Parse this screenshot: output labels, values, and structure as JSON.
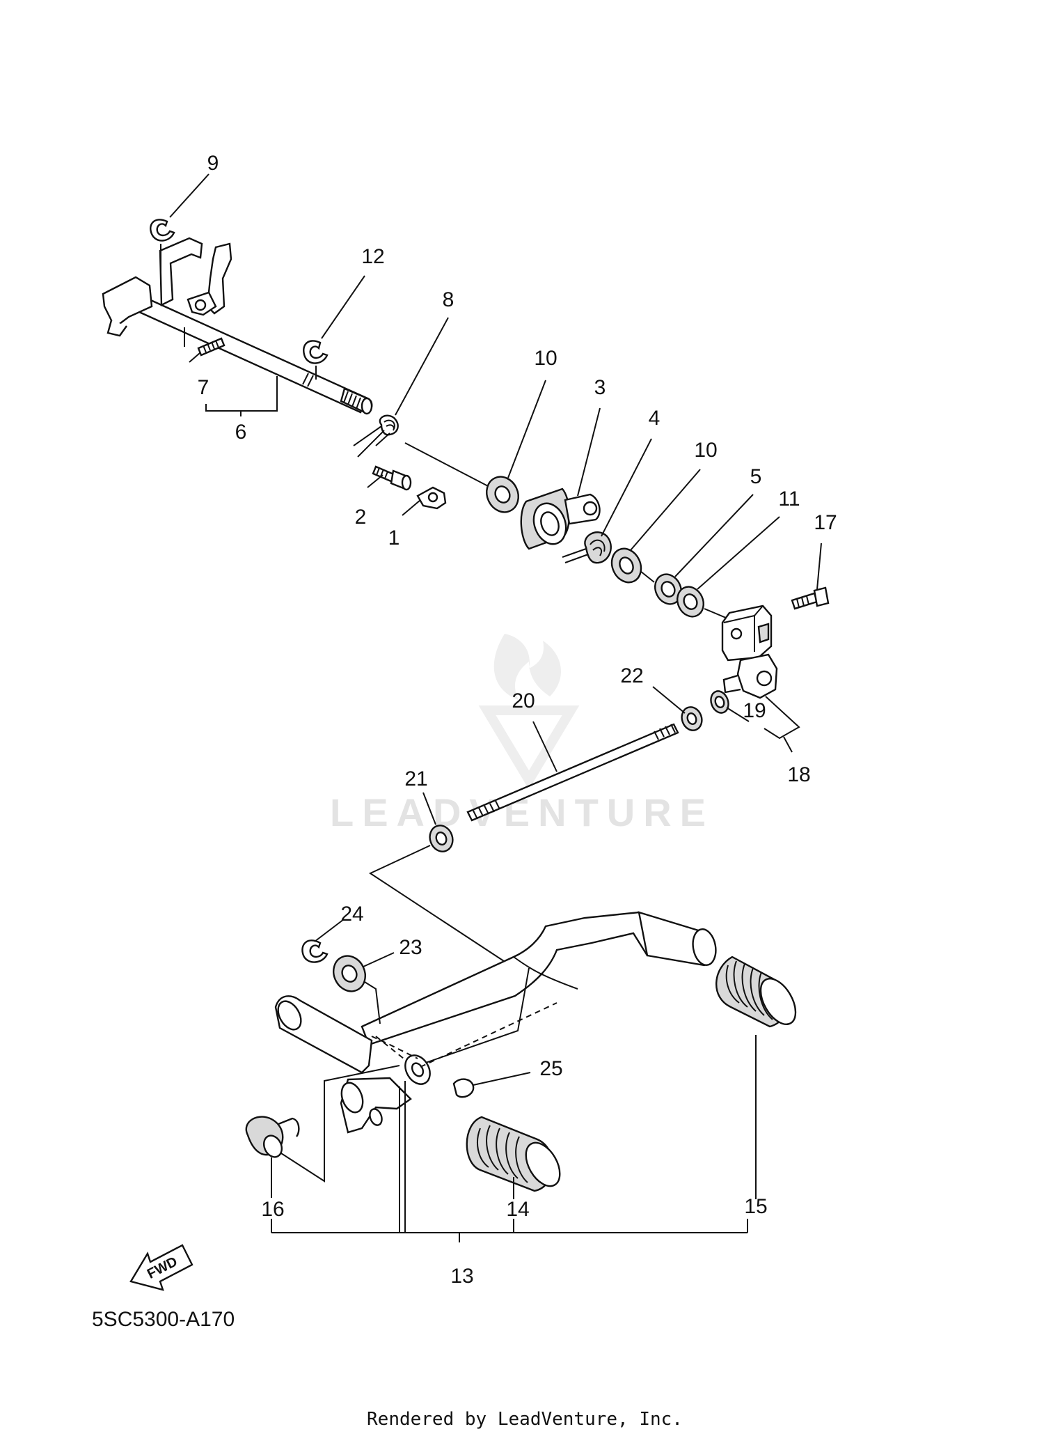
{
  "diagram": {
    "code": "5SC5300-A170",
    "credit": "Rendered by LeadVenture, Inc.",
    "watermark": "LEADVENTURE",
    "fwd_arrow": "FWD",
    "callouts": {
      "c1": "1",
      "c2": "2",
      "c3": "3",
      "c4": "4",
      "c5": "5",
      "c6": "6",
      "c7": "7",
      "c8": "8",
      "c9": "9",
      "c10a": "10",
      "c10b": "10",
      "c11": "11",
      "c12": "12",
      "c13": "13",
      "c14": "14",
      "c15": "15",
      "c16": "16",
      "c17": "17",
      "c18": "18",
      "c19": "19",
      "c20": "20",
      "c21": "21",
      "c22": "22",
      "c23": "23",
      "c24": "24",
      "c25": "25"
    }
  }
}
